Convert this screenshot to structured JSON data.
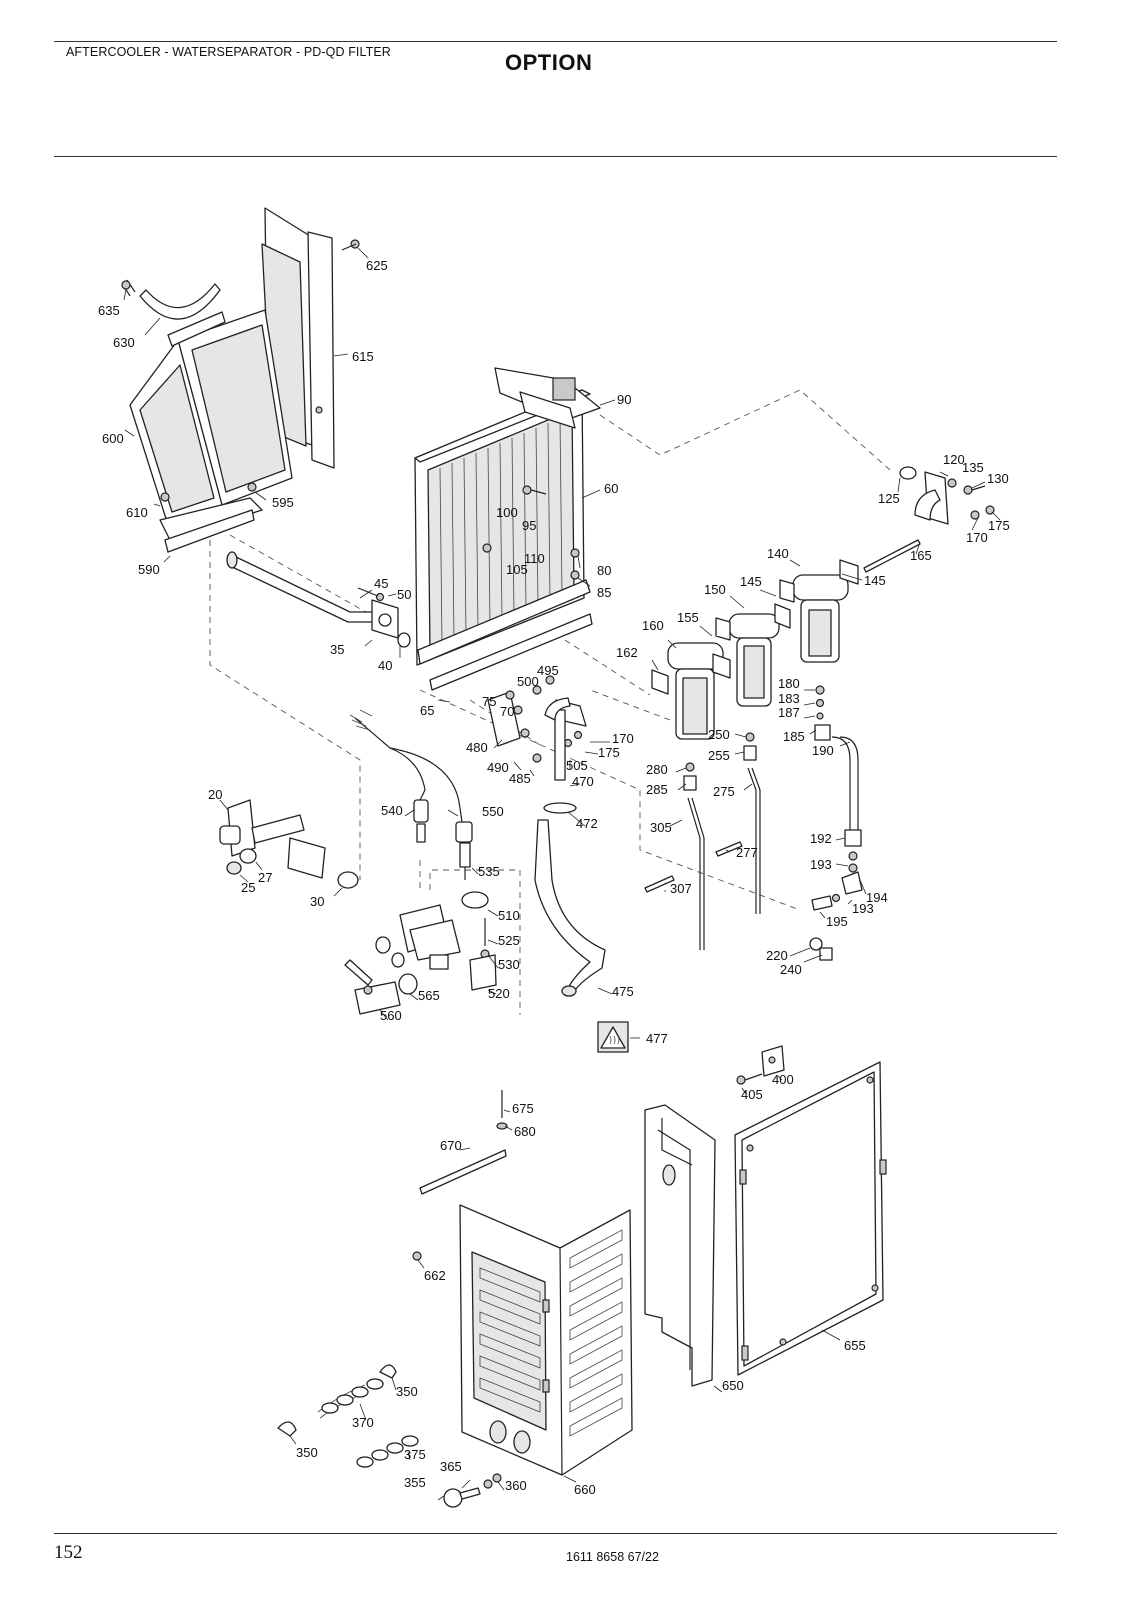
{
  "header": {
    "title": "AFTERCOOLER - WATERSEPARATOR - PD-QD FILTER",
    "option": "OPTION"
  },
  "footer": {
    "page_number": "152",
    "doc_code": "1611 8658 67/22"
  },
  "diagram": {
    "callouts": {
      "c625": "625",
      "c635": "635",
      "c630": "630",
      "c615": "615",
      "c600": "600",
      "c610": "610",
      "c595": "595",
      "c590": "590",
      "c90": "90",
      "c60": "60",
      "c100": "100",
      "c95": "95",
      "c110": "110",
      "c105": "105",
      "c80": "80",
      "c85": "85",
      "c45": "45",
      "c50": "50",
      "c35": "35",
      "c40": "40",
      "c65": "65",
      "c75": "75",
      "c70": "70",
      "c500": "500",
      "c495": "495",
      "c120": "120",
      "c135": "135",
      "c130": "130",
      "c125": "125",
      "c175a": "175",
      "c170a": "170",
      "c165": "165",
      "c140": "140",
      "c145a": "145",
      "c145b": "145",
      "c150": "150",
      "c155": "155",
      "c160": "160",
      "c162": "162",
      "c180": "180",
      "c183": "183",
      "c187": "187",
      "c185": "185",
      "c190": "190",
      "c250": "250",
      "c255": "255",
      "c280": "280",
      "c285": "285",
      "c275": "275",
      "c305": "305",
      "c277": "277",
      "c307": "307",
      "c192": "192",
      "c193a": "193",
      "c194": "194",
      "c193b": "193",
      "c195": "195",
      "c220": "220",
      "c240": "240",
      "c480": "480",
      "c170b": "170",
      "c175b": "175",
      "c490": "490",
      "c485": "485",
      "c505": "505",
      "c470": "470",
      "c472": "472",
      "c475": "475",
      "c477": "477",
      "c20": "20",
      "c27": "27",
      "c25": "25",
      "c30": "30",
      "c540": "540",
      "c550": "550",
      "c535": "535",
      "c510": "510",
      "c525": "525",
      "c530": "530",
      "c520": "520",
      "c565": "565",
      "c560": "560",
      "c400": "400",
      "c405": "405",
      "c675": "675",
      "c680": "680",
      "c670": "670",
      "c662": "662",
      "c655": "655",
      "c650": "650",
      "c660": "660",
      "c350a": "350",
      "c370": "370",
      "c350b": "350",
      "c375": "375",
      "c365": "365",
      "c355": "355",
      "c360": "360"
    }
  }
}
